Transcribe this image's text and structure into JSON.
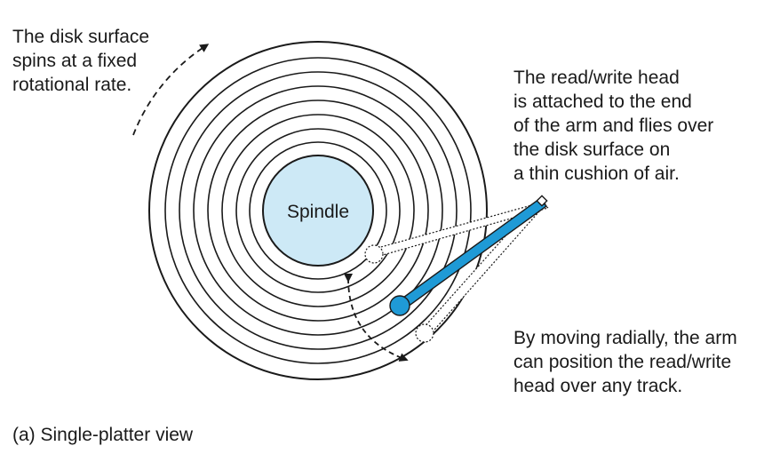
{
  "spin_note": [
    "The disk surface",
    "spins at a fixed",
    "rotational rate."
  ],
  "head_note": [
    "The read/write head",
    "is attached to the end",
    "of the arm and flies over",
    "the disk surface on",
    "a thin cushion of air."
  ],
  "arm_note": [
    "By moving radially, the arm",
    "can position the read/write",
    "head over any track."
  ],
  "spindle_label": "Spindle",
  "caption": "(a) Single-platter view",
  "colors": {
    "spindle_fill": "#cde9f6",
    "arm_fill": "#1f9ad6",
    "ink": "#1a1a1a"
  }
}
